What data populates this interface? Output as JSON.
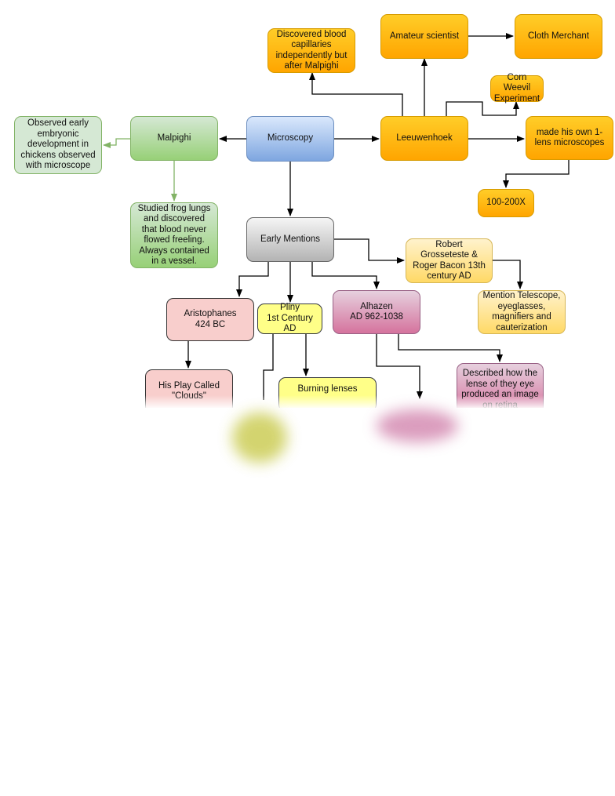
{
  "nodes": {
    "microscopy": "Microscopy",
    "malpighi": "Malpighi",
    "malpighi_embryo": "Observed early embryonic development in chickens observed with microscope",
    "malpighi_frog": "Studied frog lungs and discovered that blood never flowed freeling. Always contained in a vessel.",
    "leeuwenhoek": "Leeuwenhoek",
    "capillaries": "Discovered blood capillaries independently but after Malpighi",
    "amateur": "Amateur scientist",
    "cloth": "Cloth Merchant",
    "weevil": "Corn Weevil Experiment",
    "own_lens": "made his own 1-lens microscopes",
    "magnification": "100-200X",
    "early": "Early Mentions",
    "grosseteste": "Robert Grosseteste & Roger Bacon 13th century AD",
    "telescope": "Mention Telescope, eyeglasses, magnifiers and cauterization",
    "aristophanes": "Aristophanes\n424 BC",
    "clouds": "His Play Called \"Clouds\"",
    "pliny": "Pliny\n1st Century AD",
    "burning": "Burning lenses",
    "alhazen": "Alhazen\nAD 962-1038",
    "eye": "Described how the lense of they eye produced an image on retina"
  }
}
